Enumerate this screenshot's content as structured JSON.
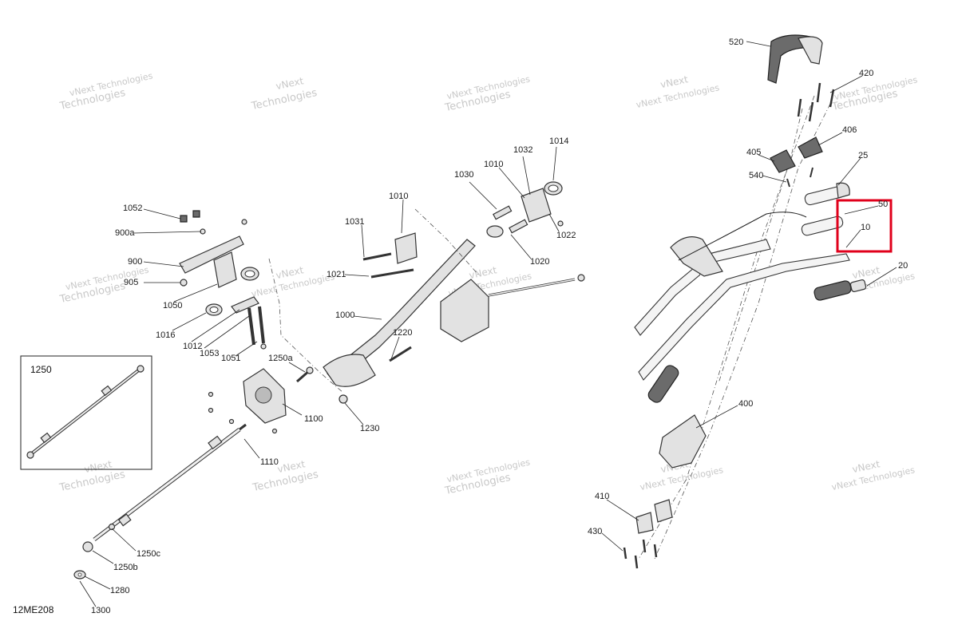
{
  "diagram_code": "12ME208",
  "inset_label": "1250",
  "watermark": {
    "line1": "vNext",
    "line2": "Technologies",
    "inline": "vNext Technologies"
  },
  "highlight_color": "#e0001b",
  "callouts": {
    "c520": "520",
    "c420": "420",
    "c406": "406",
    "c405": "405",
    "c25": "25",
    "c540": "540",
    "c50": "50",
    "c10": "10",
    "c20": "20",
    "c400": "400",
    "c410": "410",
    "c430": "430",
    "c1014": "1014",
    "c1032": "1032",
    "c1010a": "1010",
    "c1030": "1030",
    "c1010b": "1010",
    "c1022": "1022",
    "c1020": "1020",
    "c1031": "1031",
    "c1021": "1021",
    "c1000": "1000",
    "c1220": "1220",
    "c1230": "1230",
    "c1052": "1052",
    "c900a": "900a",
    "c900": "900",
    "c905": "905",
    "c1050": "1050",
    "c1016": "1016",
    "c1012": "1012",
    "c1053": "1053",
    "c1051": "1051",
    "c1250a": "1250a",
    "c1100": "1100",
    "c1110": "1110",
    "c1250c": "1250c",
    "c1250b": "1250b",
    "c1280": "1280",
    "c1300": "1300"
  }
}
